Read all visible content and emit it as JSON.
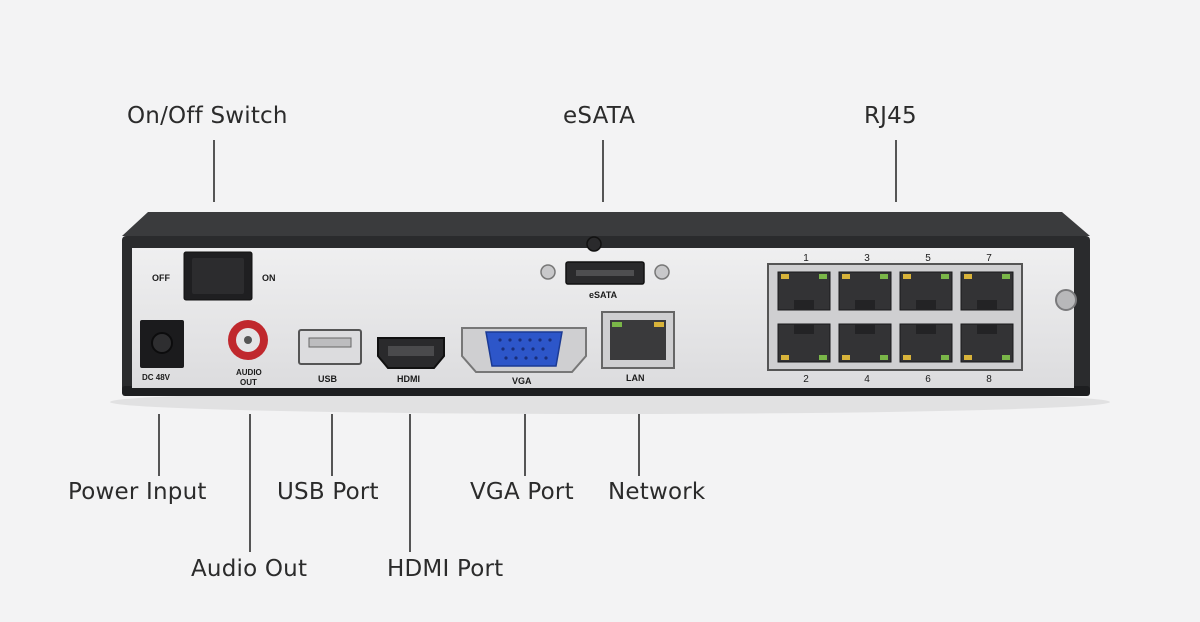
{
  "callouts": {
    "on_off_switch": "On/Off Switch",
    "esata": "eSATA",
    "rj45": "RJ45",
    "power_input": "Power Input",
    "audio_out": "Audio Out",
    "usb_port": "USB Port",
    "hdmi_port": "HDMI Port",
    "vga_port": "VGA Port",
    "network": "Network"
  },
  "panel_labels": {
    "off": "OFF",
    "on": "ON",
    "dc": "DC 48V",
    "audio_line1": "AUDIO",
    "audio_line2": "OUT",
    "usb": "USB",
    "hdmi": "HDMI",
    "vga": "VGA",
    "lan": "LAN",
    "esata": "eSATA"
  },
  "rj45_top_numbers": [
    "1",
    "3",
    "5",
    "7"
  ],
  "rj45_bottom_numbers": [
    "2",
    "4",
    "6",
    "8"
  ],
  "colors": {
    "chassis": "#2a2b2d",
    "panel": "#e9e9ea",
    "led_green": "#7ab648",
    "led_yellow": "#d8b33a",
    "vga_blue": "#2d56c9",
    "rca_red": "#c0282d"
  }
}
